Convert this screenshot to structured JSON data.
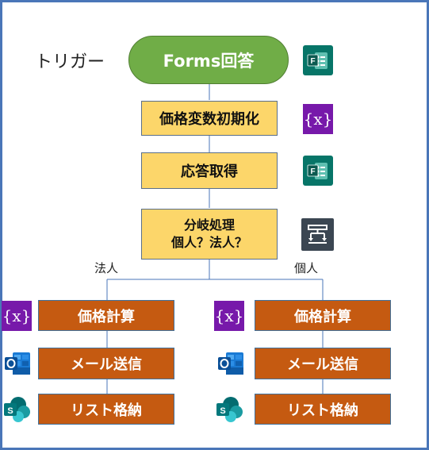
{
  "trigger_label": "トリガー",
  "nodes": {
    "trigger": "Forms回答",
    "init_var": "価格変数初期化",
    "get_response": "応答取得",
    "branch_line1": "分岐処理",
    "branch_line2": "個人？法人？",
    "left_calc": "価格計算",
    "left_mail": "メール送信",
    "left_list": "リスト格納",
    "right_calc": "価格計算",
    "right_mail": "メール送信",
    "right_list": "リスト格納"
  },
  "branches": {
    "left": "法人",
    "right": "個人"
  },
  "icons": {
    "forms": "forms-icon",
    "variable": "variable-icon",
    "variable_glyph": "{x}",
    "condition": "condition-icon",
    "outlook": "outlook-icon",
    "sharepoint": "sharepoint-icon"
  },
  "colors": {
    "border": "#4a76b8",
    "trigger": "#70ad47",
    "step": "#fcd66a",
    "action": "#c55a11"
  }
}
